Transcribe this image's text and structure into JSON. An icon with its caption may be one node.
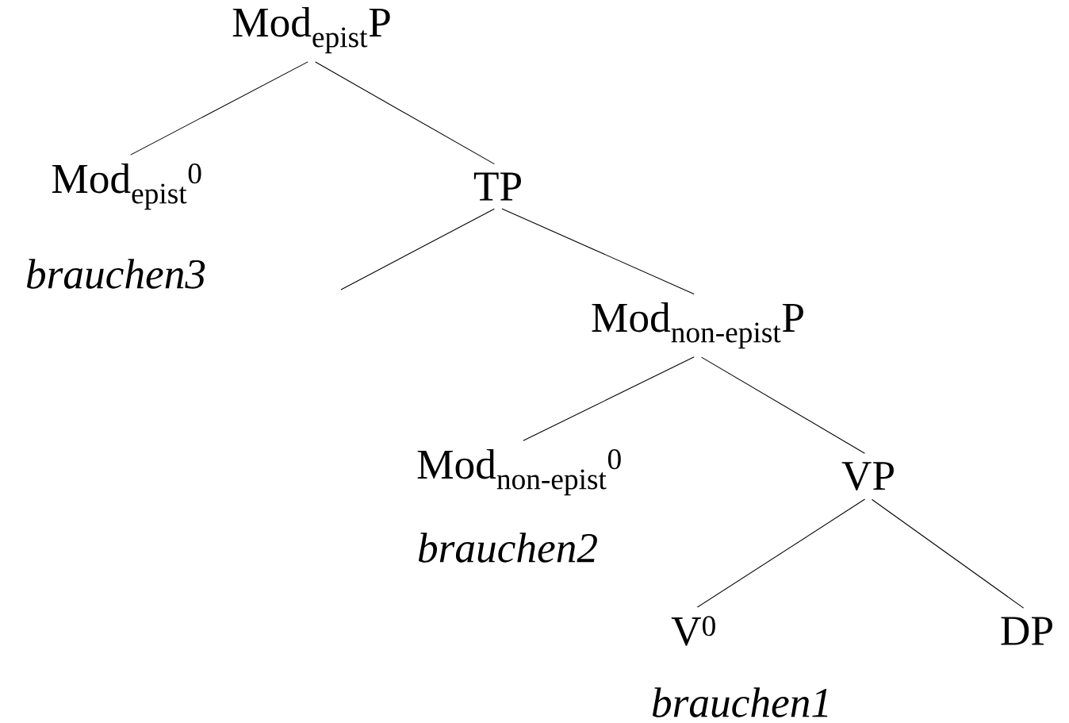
{
  "diagram": {
    "nodes": [
      {
        "text": [
          "Mod$_{epist}$P"
        ]
      },
      {
        "text": [
          "Mod$_{epist}$$^{0}$"
        ],
        "beside": [
          "brauchen3"
        ]
      },
      {
        "text": [
          "TP"
        ]
      },
      {
        "text": [
          "Mod$_{non-epist}$P"
        ]
      },
      {
        "text": [
          "Mod$_{non-epist}$$^{0}$"
        ],
        "beside": [
          "brauchen2"
        ]
      },
      {
        "text": [
          "VP"
        ]
      },
      {
        "text": [
          "V$^{0}$"
        ],
        "beside": [
          "brauchen1"
        ]
      },
      {
        "text": [
          "DP"
        ]
      }
    ],
    "edges": [
      {
        "from": 0,
        "to": 1,
        "arrow": "none"
      },
      {
        "from": 0,
        "to": 2,
        "arrow": "none"
      },
      {
        "from": 2,
        "to": null,
        "arrow": "none"
      },
      {
        "from": 2,
        "to": 3,
        "arrow": "none"
      },
      {
        "from": 3,
        "to": 4,
        "arrow": "none"
      },
      {
        "from": 3,
        "to": 5,
        "arrow": "none"
      },
      {
        "from": 5,
        "to": 6,
        "arrow": "none"
      },
      {
        "from": 5,
        "to": 7,
        "arrow": "none"
      }
    ]
  }
}
